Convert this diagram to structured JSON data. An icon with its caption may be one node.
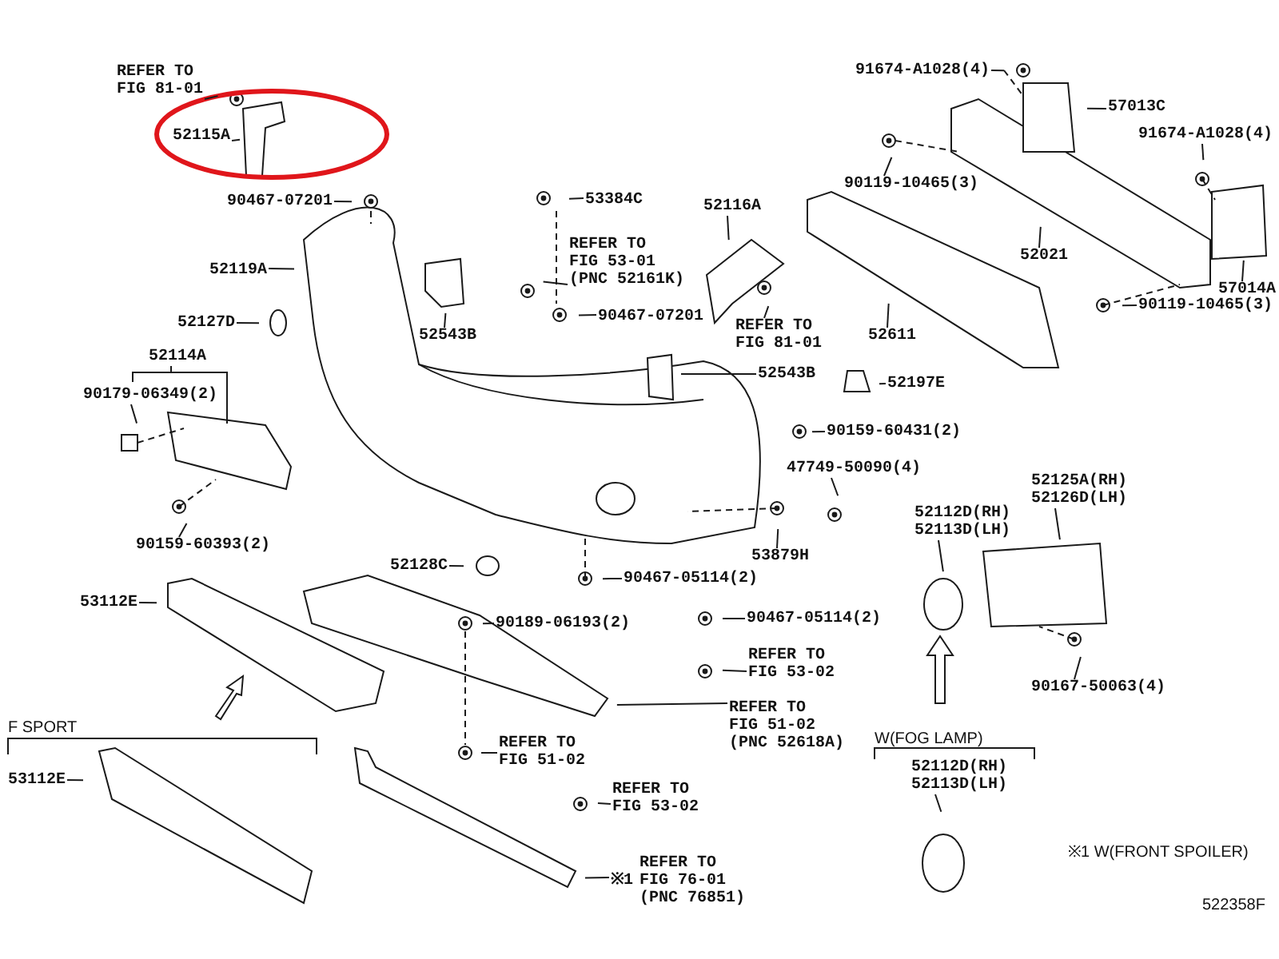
{
  "diagram": {
    "nodes": [
      {
        "text": [
          "REFER TO FIG 81-01"
        ]
      },
      {
        "text": [
          "52115A"
        ]
      },
      {
        "text": [
          "90467-07201"
        ]
      },
      {
        "text": [
          "53384C"
        ]
      },
      {
        "text": [
          "REFER TO FIG 53-01 (PNC 52161K)"
        ]
      },
      {
        "text": [
          "52116A"
        ]
      },
      {
        "text": [
          "52119A"
        ]
      },
      {
        "text": [
          "90467-07201"
        ]
      },
      {
        "text": [
          "REFER TO FIG 81-01"
        ]
      },
      {
        "text": [
          "52127D"
        ]
      },
      {
        "text": [
          "52543B"
        ]
      },
      {
        "text": [
          "52611"
        ]
      },
      {
        "text": [
          "52021"
        ]
      },
      {
        "text": [
          "91674-A1028(4)"
        ]
      },
      {
        "text": [
          "57013C"
        ]
      },
      {
        "text": [
          "90119-10465(3)"
        ]
      },
      {
        "text": [
          "91674-A1028(4)"
        ]
      },
      {
        "text": [
          "57014A"
        ]
      },
      {
        "text": [
          "90119-10465(3)"
        ]
      },
      {
        "text": [
          "90179-06349(2)"
        ]
      },
      {
        "text": [
          "52543B"
        ]
      },
      {
        "text": [
          "52197E"
        ]
      },
      {
        "text": [
          "90159-60431(2)"
        ]
      },
      {
        "text": [
          "47749-50090(4)"
        ]
      },
      {
        "text": [
          "90159-60393(2)"
        ]
      },
      {
        "text": [
          "52112D(RH) 52113D(LH)"
        ]
      },
      {
        "text": [
          "52125A(RH) 52126D(LH)"
        ]
      },
      {
        "text": [
          "53879H"
        ]
      },
      {
        "text": [
          "52128C"
        ]
      },
      {
        "text": [
          "53112E"
        ]
      },
      {
        "text": [
          "90467-05114(2)"
        ]
      },
      {
        "text": [
          "90189-06193(2)"
        ]
      },
      {
        "text": [
          "90467-05114(2)"
        ]
      },
      {
        "text": [
          "REFER TO FIG 53-02"
        ]
      },
      {
        "text": [
          "90167-50063(4)"
        ]
      },
      {
        "text": [
          "REFER TO FIG 51-02 (PNC 52618A)"
        ]
      },
      {
        "text": [
          "REFER TO FIG 51-02"
        ]
      },
      {
        "text": [
          "53112E"
        ]
      },
      {
        "text": [
          "52112D(RH) 52113D(LH)"
        ]
      },
      {
        "text": [
          "REFER TO FIG 53-02"
        ]
      },
      {
        "text": [
          "※1",
          "REFER TO FIG 76-01 (PNC 76851)"
        ]
      }
    ],
    "edges": [
      {
        "from": 0,
        "to": null,
        "arrow": "none"
      },
      {
        "from": 1,
        "to": null,
        "arrow": "none"
      },
      {
        "from": 2,
        "to": null,
        "arrow": "none"
      },
      {
        "from": 3,
        "to": null,
        "arrow": "none"
      },
      {
        "from": 4,
        "to": null,
        "arrow": "none"
      },
      {
        "from": 5,
        "to": null,
        "arrow": "none"
      },
      {
        "from": 6,
        "to": null,
        "arrow": "none"
      },
      {
        "from": 7,
        "to": null,
        "arrow": "none"
      },
      {
        "from": 8,
        "to": null,
        "arrow": "none"
      },
      {
        "from": 9,
        "to": null,
        "arrow": "none"
      },
      {
        "from": 10,
        "to": null,
        "arrow": "none"
      },
      {
        "from": 11,
        "to": null,
        "arrow": "none"
      },
      {
        "from": 12,
        "to": null,
        "arrow": "none"
      },
      {
        "from": 13,
        "to": null,
        "arrow": "none"
      },
      {
        "from": 14,
        "to": null,
        "arrow": "none"
      },
      {
        "from": 15,
        "to": null,
        "arrow": "none"
      },
      {
        "from": 16,
        "to": null,
        "arrow": "none"
      },
      {
        "from": 17,
        "to": null,
        "arrow": "none"
      },
      {
        "from": 18,
        "to": null,
        "arrow": "none"
      },
      {
        "from": 19,
        "to": null,
        "arrow": "none"
      },
      {
        "from": 20,
        "to": null,
        "arrow": "none"
      },
      {
        "from": 21,
        "to": null,
        "arrow": "none"
      },
      {
        "from": 22,
        "to": null,
        "arrow": "none"
      },
      {
        "from": 23,
        "to": null,
        "arrow": "none"
      },
      {
        "from": 24,
        "to": null,
        "arrow": "none"
      },
      {
        "from": 25,
        "to": null,
        "arrow": "none"
      },
      {
        "from": 26,
        "to": null,
        "arrow": "none"
      },
      {
        "from": 27,
        "to": null,
        "arrow": "none"
      },
      {
        "from": 28,
        "to": null,
        "arrow": "none"
      },
      {
        "from": 29,
        "to": null,
        "arrow": "none"
      },
      {
        "from": 30,
        "to": null,
        "arrow": "none"
      },
      {
        "from": 31,
        "to": null,
        "arrow": "none"
      },
      {
        "from": 32,
        "to": null,
        "arrow": "none"
      },
      {
        "from": 33,
        "to": null,
        "arrow": "none"
      },
      {
        "from": 34,
        "to": null,
        "arrow": "none"
      },
      {
        "from": 35,
        "to": null,
        "arrow": "none"
      },
      {
        "from": 36,
        "to": null,
        "arrow": "none"
      },
      {
        "from": 37,
        "to": null,
        "arrow": "none"
      },
      {
        "from": 38,
        "to": null,
        "arrow": "none"
      },
      {
        "from": 39,
        "to": null,
        "arrow": "none"
      },
      {
        "from": 40,
        "to": null,
        "arrow": "none"
      }
    ],
    "labels": [
      "52114A",
      "F SPORT",
      "W(FOG LAMP)",
      "※1 W(FRONT SPOILER)",
      "522358F"
    ]
  }
}
